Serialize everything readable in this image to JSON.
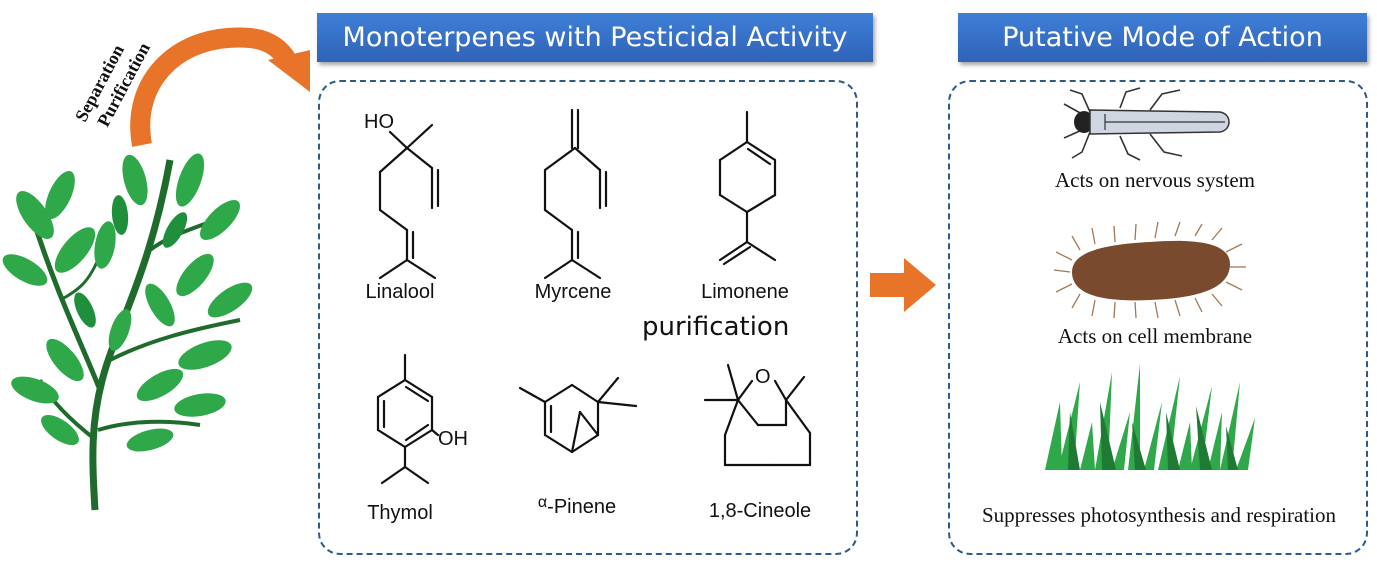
{
  "side_labels": {
    "line1": "Separation",
    "line2": "Purification"
  },
  "headers": {
    "left": "Monoterpenes with Pesticidal Activity",
    "right": "Putative Mode of Action"
  },
  "molecules": [
    {
      "name": "Linalool",
      "atom": "HO"
    },
    {
      "name": "Myrcene"
    },
    {
      "name": "Limonene"
    },
    {
      "name": "Thymol",
      "atom": "OH"
    },
    {
      "name_prefix": "α",
      "name": "-Pinene"
    },
    {
      "name": "1,8-Cineole",
      "atom": "O"
    }
  ],
  "stray_text": "purification",
  "actions": [
    "Acts on nervous system",
    "Acts on cell membrane",
    "Suppresses photosynthesis and respiration"
  ],
  "colors": {
    "header_blue": "#2f63b8",
    "panel_border": "#2c5a8a",
    "arrow_orange": "#e8742a",
    "leaf_green": "#2fa84a",
    "stem_green": "#1f6b2c",
    "cell_brown": "#7a4a2e"
  }
}
